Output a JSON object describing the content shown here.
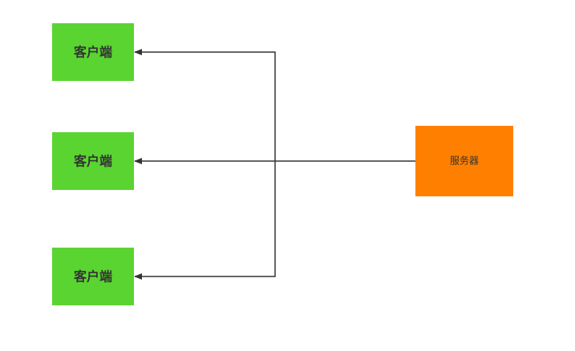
{
  "diagram": {
    "clients": [
      {
        "label": "客户端"
      },
      {
        "label": "客户端"
      },
      {
        "label": "客户端"
      }
    ],
    "server": {
      "label": "服务器"
    },
    "colors": {
      "client_fill": "#5ad431",
      "server_fill": "#ff8000",
      "connector": "#333333",
      "text": "#333333"
    }
  }
}
